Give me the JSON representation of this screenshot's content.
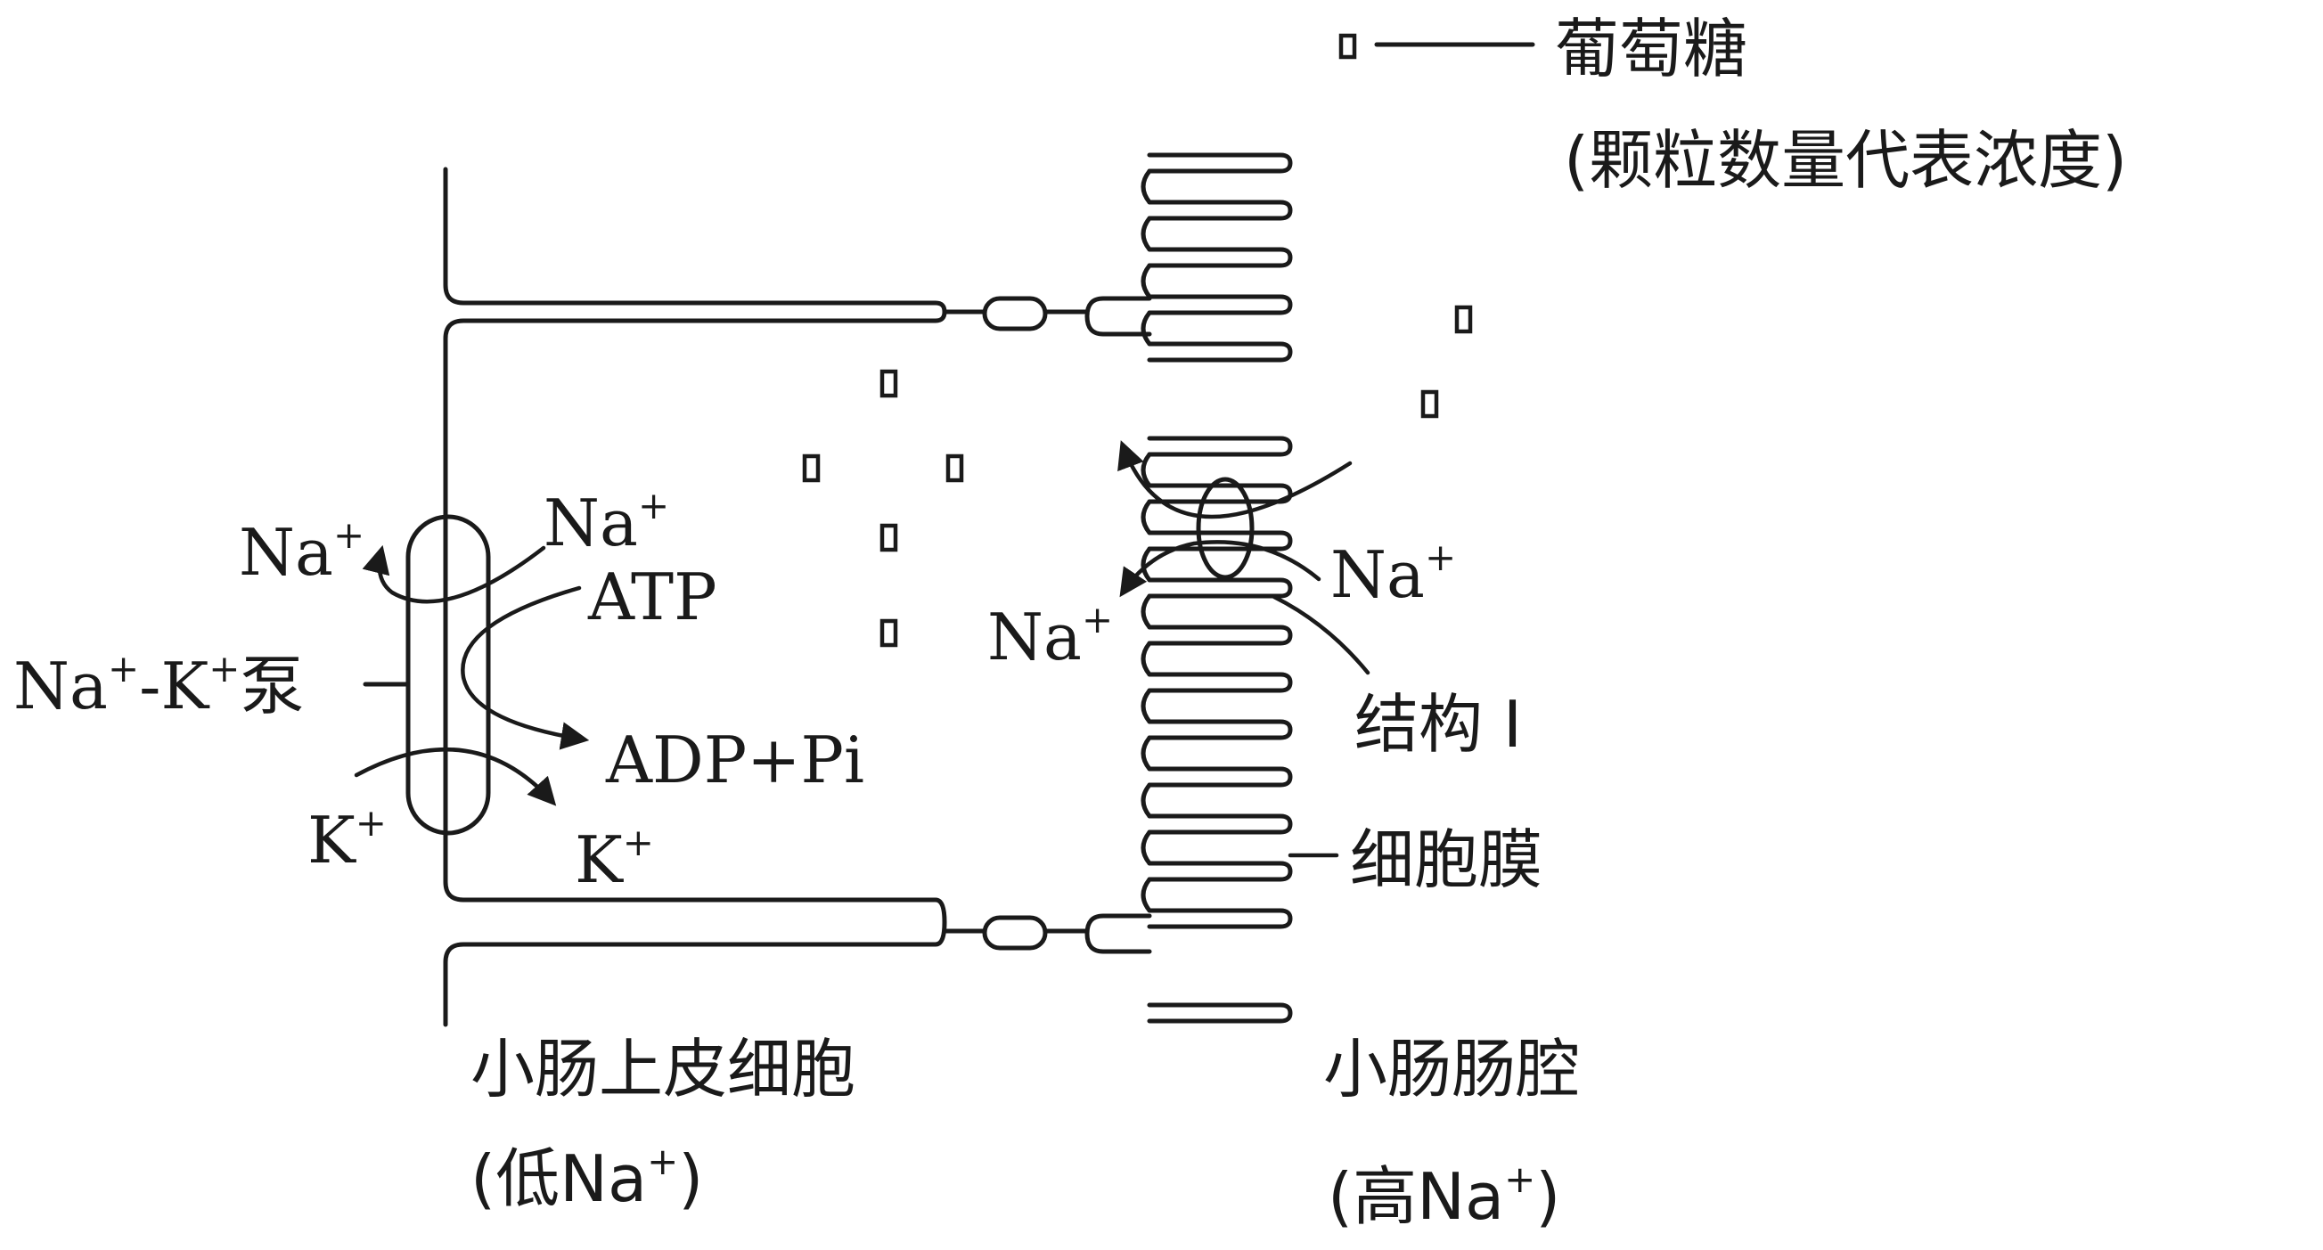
{
  "legend": {
    "symbol_icon": "small-rectangle",
    "name": "葡萄糖",
    "note": "(颗粒数量代表浓度)"
  },
  "labels": {
    "na_left": "Na",
    "na_top": "Na",
    "atp": "ATP",
    "adp_pi": "ADP+Pi",
    "k_left": "K",
    "k_right": "K",
    "pump_na": "Na",
    "pump_k": "K",
    "pump_sep": "-",
    "pump_suffix": "泵",
    "na_inner": "Na",
    "na_outer": "Na",
    "plus": "+",
    "structure": "结构 I",
    "membrane": "细胞膜"
  },
  "captions": {
    "cell_title": "小肠上皮细胞",
    "cell_sub_open": "(低Na",
    "cell_sub_close": ")",
    "lumen_title": "小肠肠腔",
    "lumen_sub_open": "(高Na",
    "lumen_sub_close": ")"
  }
}
